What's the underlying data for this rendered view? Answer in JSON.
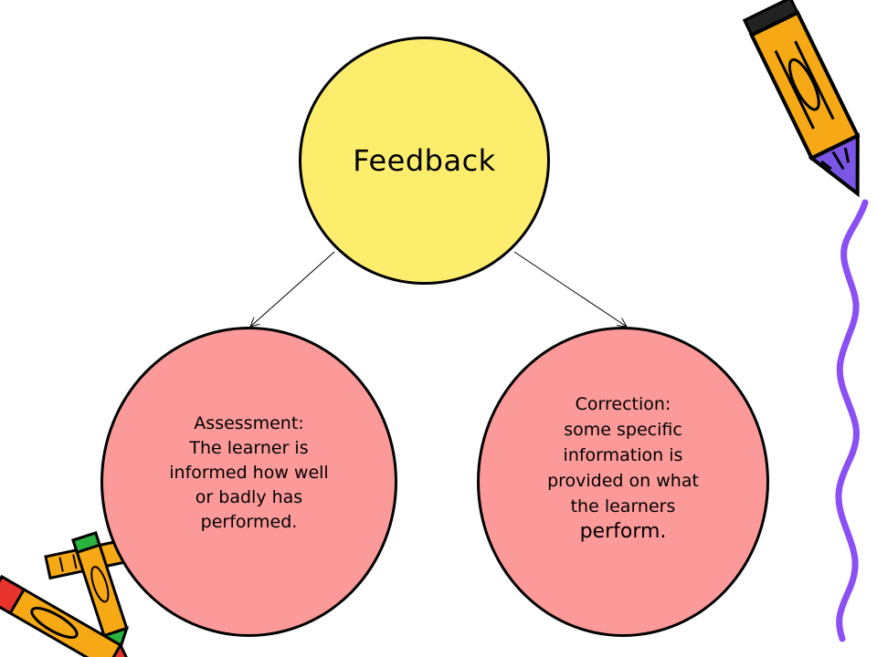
{
  "colors": {
    "top_fill": "#fded6d",
    "bottom_fill": "#fc9999",
    "outline": "#000000",
    "squiggle": "#8a4ff5",
    "pencil_body": "#f6a915",
    "pencil_tip": "#7a55e6",
    "crayon_red": "#e8332d",
    "crayon_green": "#2bb33f"
  },
  "diagram": {
    "root": {
      "label": "Feedback"
    },
    "children": [
      {
        "lines": [
          "Assessment:",
          "The learner is",
          "informed how well",
          "or badly has",
          "performed."
        ]
      },
      {
        "lines": [
          "Correction:",
          "some specific",
          "information is",
          "provided on what",
          "the learners"
        ],
        "last_line": "perform."
      }
    ]
  },
  "decorations": {
    "pencil_icon": "pencil-icon",
    "crayons_icon": "crayons-icon",
    "squiggle_icon": "squiggle-border-icon"
  }
}
